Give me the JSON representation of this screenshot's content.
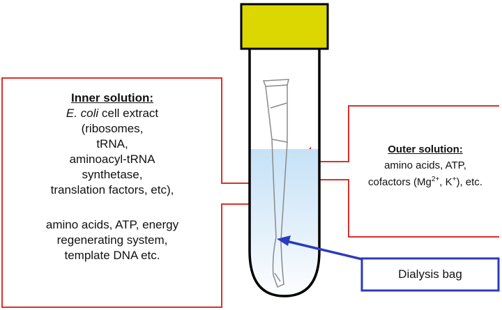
{
  "inner": {
    "title": "Inner solution:",
    "species": "E. coli",
    "line1_rest": " cell extract",
    "lines": [
      "(ribosomes,",
      "tRNA,",
      "aminoacyl-tRNA",
      "synthetase,",
      "translation factors, etc),"
    ],
    "lines2": [
      "amino acids, ATP, energy",
      "regenerating system,",
      "template DNA etc."
    ]
  },
  "outer": {
    "title": "Outer solution:",
    "line1": "amino acids, ATP,",
    "line2_a": "cofactors (Mg",
    "line2_sup1": "2+",
    "line2_b": ", K",
    "line2_sup2": "+",
    "line2_c": "), etc."
  },
  "dialysis": {
    "label": "Dialysis bag"
  },
  "colors": {
    "cap": "#dcd700",
    "red_outline": "#d9302a",
    "blue_outline": "#2b3bbb",
    "liquid_top": "#c9e3f7",
    "liquid_bottom": "#ffffff"
  }
}
